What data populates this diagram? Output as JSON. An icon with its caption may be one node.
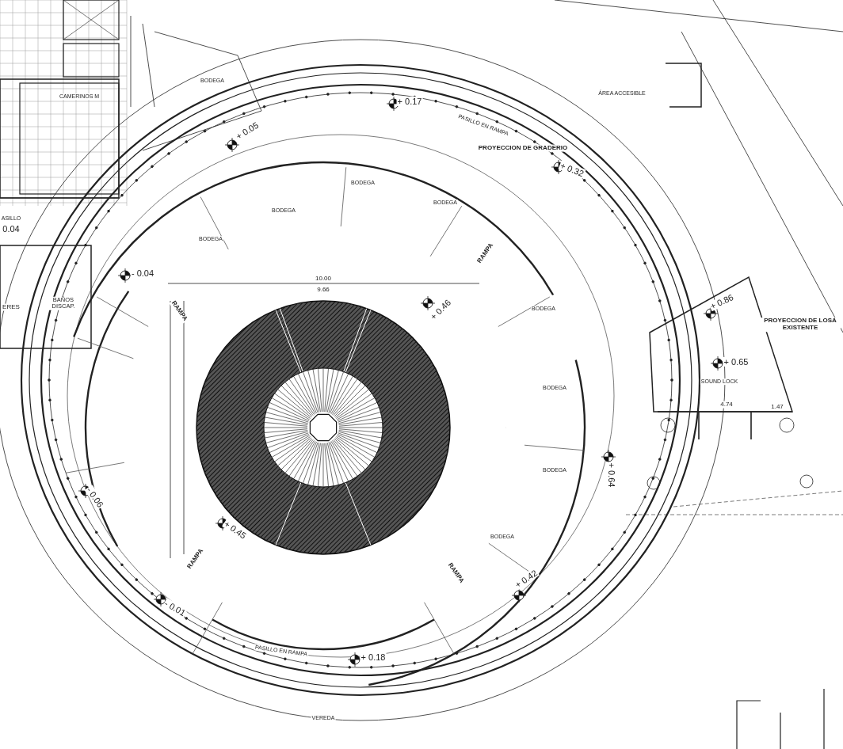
{
  "diagram": {
    "labels": [
      "BODEGA",
      "ÁREA ACCESIBLE",
      "CAMERINOS M",
      "+ 0.17",
      "PASILLO EN RAMPA",
      "+ 0.05",
      "PROYECCION DE GRADERIO",
      "+ 0.32",
      "BODEGA",
      "BODEGA",
      "BODEGA",
      "ASILLO",
      "0.04",
      "BODEGA",
      "RAMPA",
      "- 0.04",
      "10.00",
      "9.66",
      "BAÑOS DISCAP.",
      "ERES",
      "+ 0.46",
      "BODEGA",
      "+ 0.86",
      "RAMPA",
      "PROYECCION DE LOSA EXISTENTE",
      "+ 0.65",
      "SOUND LOCK",
      "BODEGA",
      "4.74",
      "1.47",
      "BODEGA",
      "+ 0.64",
      "- 0.06",
      "+ 0.45",
      "BODEGA",
      "RAMPA",
      "RAMPA",
      "+ 0.42",
      "- 0.01",
      "PASILLO EN RAMPA",
      "+ 0.18",
      "VEREDA"
    ]
  }
}
